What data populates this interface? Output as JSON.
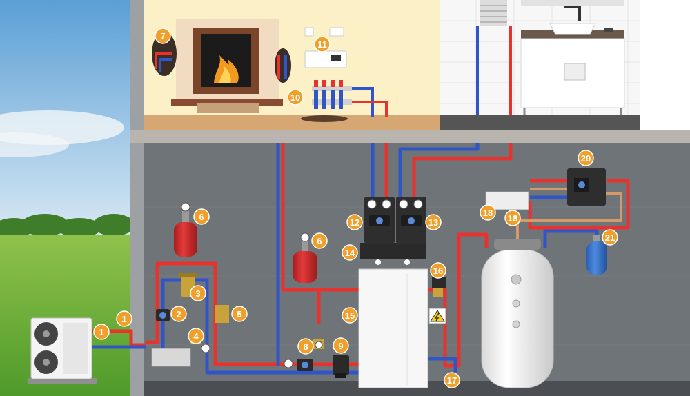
{
  "markers": [
    {
      "label": "1"
    },
    {
      "label": "1"
    },
    {
      "label": "2"
    },
    {
      "label": "3"
    },
    {
      "label": "4"
    },
    {
      "label": "5"
    },
    {
      "label": "6"
    },
    {
      "label": "6"
    },
    {
      "label": "7"
    },
    {
      "label": "8"
    },
    {
      "label": "9"
    },
    {
      "label": "10"
    },
    {
      "label": "11"
    },
    {
      "label": "12"
    },
    {
      "label": "13"
    },
    {
      "label": "14"
    },
    {
      "label": "15"
    },
    {
      "label": "16"
    },
    {
      "label": "17"
    },
    {
      "label": "18"
    },
    {
      "label": "18"
    },
    {
      "label": "20"
    },
    {
      "label": "21"
    }
  ],
  "colors": {
    "marker": "#f0a02a",
    "pipe_hot": "#e8322d",
    "pipe_cold": "#2f55c6",
    "wall_basement": "#6f7479",
    "wall_living": "#fbf0c6",
    "vessel": "#d42a2a"
  }
}
